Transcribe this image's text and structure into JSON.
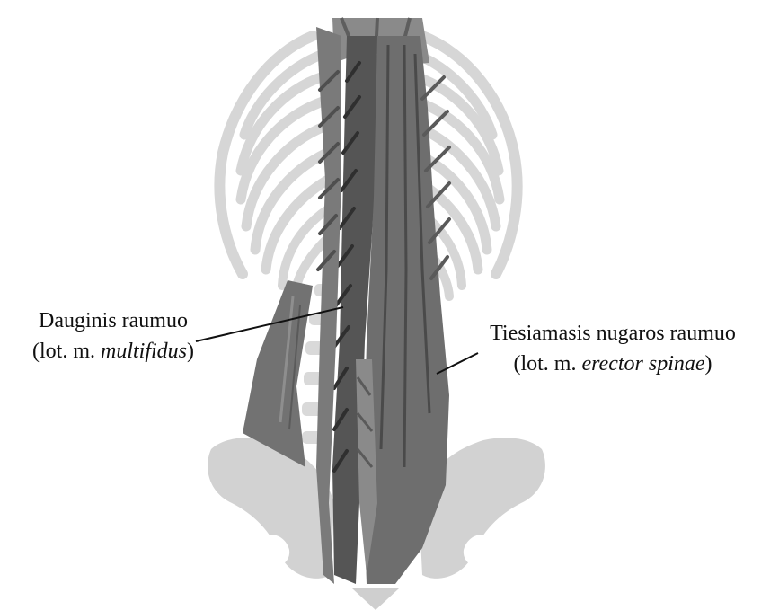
{
  "labels": {
    "multifidus": {
      "line1": "Dauginis raumuo",
      "line2_prefix": "(lot. m. ",
      "line2_latin": "multifidus",
      "line2_suffix": ")"
    },
    "erector_spinae": {
      "line1": "Tiesiamasis nugaros raumuo",
      "line2_prefix": "(lot. m. ",
      "line2_latin": "erector spinae",
      "line2_suffix": ")"
    }
  },
  "colors": {
    "bone": "#d4d4d4",
    "bone_dark": "#bdbdbd",
    "muscle": "#6e6e6e",
    "muscle_dark": "#4a4a4a",
    "muscle_light": "#8a8a8a",
    "leader_line": "#111111"
  }
}
